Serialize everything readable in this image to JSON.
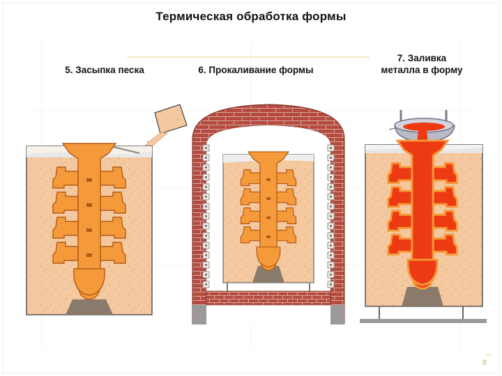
{
  "title": "Термическая обработка формы",
  "steps": [
    {
      "label": "5. Засыпка песка"
    },
    {
      "label": "6. Прокаливание формы"
    },
    {
      "label": "7. Заливка металла в форму"
    }
  ],
  "page_number": "8",
  "colors": {
    "sand": "#f5c9a0",
    "sand_speck": "#c98f66",
    "pattern_orange": "#f59a3a",
    "pattern_outline": "#b35a14",
    "metal_red": "#ee3a12",
    "brick": "#b54b3e",
    "mortar": "#d9a69e",
    "pedestal": "#8a7a6c",
    "box_outline": "#555555",
    "decor_gold": "#e9d58a"
  }
}
